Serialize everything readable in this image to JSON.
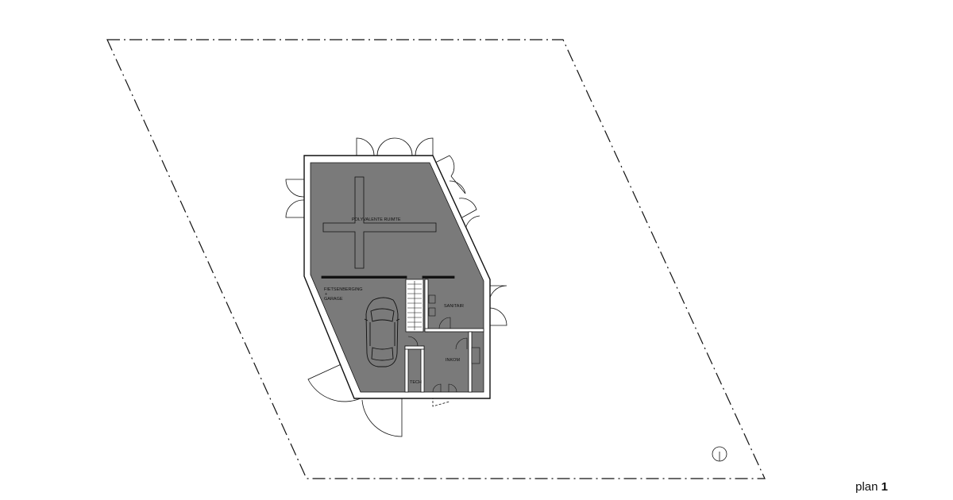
{
  "caption": {
    "text": "plan ",
    "number": "1"
  },
  "rooms": {
    "polyvalent": "POLYVALENTE RUIMTE",
    "bike_line1": "FIETSENBERGING",
    "bike_line2": "+",
    "bike_line3": "GARAGE",
    "sanitary": "SANITAIR",
    "entrance": "INKOM",
    "tech": "TECH"
  },
  "colors": {
    "floor": "#7a7a7a",
    "line": "#111111",
    "background": "#ffffff"
  }
}
